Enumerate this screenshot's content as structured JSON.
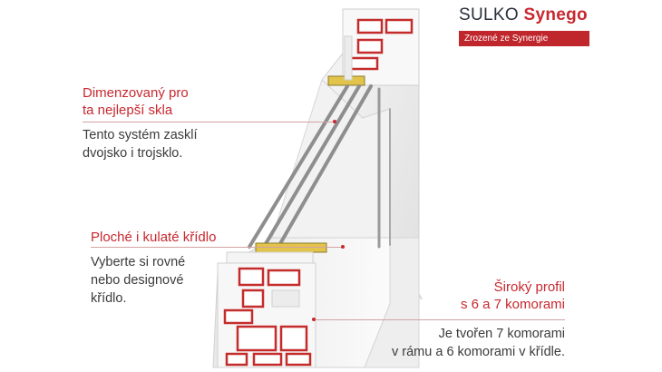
{
  "brand": {
    "name_part1": "SULKO",
    "name_part2": "Synego",
    "tagline": "Zrozené ze Synergie"
  },
  "features": [
    {
      "title_line1": "Dimenzovaný pro",
      "title_line2": "ta nejlepší skla",
      "desc_line1": "Tento systém zasklí",
      "desc_line2": "dvojsko i trojsklo."
    },
    {
      "title_line1": "Ploché i kulaté křídlo",
      "desc_line1": "Vyberte si rovné",
      "desc_line2": "nebo designové",
      "desc_line3": "křídlo."
    },
    {
      "title_line1": "Široký profil",
      "title_line2": "s 6 a 7 komorami",
      "desc_line1": "Je tvořen 7 komorami",
      "desc_line2": "v rámu a 6 komorami v křídle."
    }
  ],
  "colors": {
    "accent": "#c8282f",
    "text": "#3b3b3b",
    "rule": "#d4a3a3",
    "gasket": "#e2c44a"
  }
}
